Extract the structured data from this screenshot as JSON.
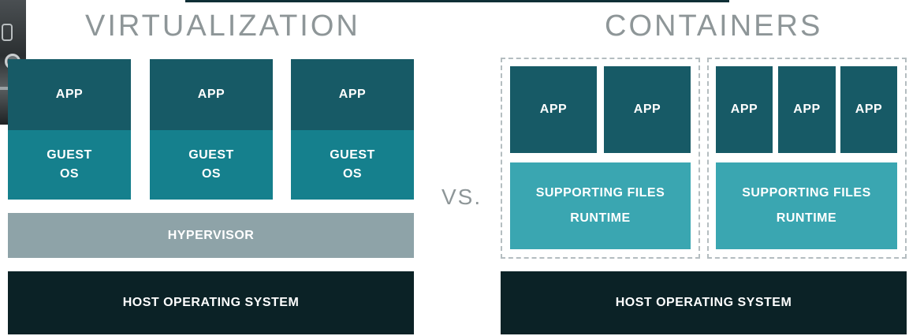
{
  "titles": {
    "virtualization": "VIRTUALIZATION",
    "containers": "CONTAINERS",
    "vs": "VS."
  },
  "virtualization": {
    "vms": [
      {
        "app": "APP",
        "guest_os_line1": "GUEST",
        "guest_os_line2": "OS"
      },
      {
        "app": "APP",
        "guest_os_line1": "GUEST",
        "guest_os_line2": "OS"
      },
      {
        "app": "APP",
        "guest_os_line1": "GUEST",
        "guest_os_line2": "OS"
      }
    ],
    "hypervisor": "HYPERVISOR",
    "host_os": "HOST OPERATING SYSTEM"
  },
  "containers": {
    "groups": [
      {
        "apps": [
          "APP",
          "APP"
        ],
        "support_line1": "SUPPORTING FILES",
        "support_line2": "RUNTIME"
      },
      {
        "apps": [
          "APP",
          "APP",
          "APP"
        ],
        "support_line1": "SUPPORTING FILES",
        "support_line2": "RUNTIME"
      }
    ],
    "host_os": "HOST OPERATING SYSTEM"
  },
  "colors": {
    "app": "#175a66",
    "guest_os": "#15808d",
    "supporting_files": "#3aa6b1",
    "hypervisor": "#8ea3a8",
    "host_os": "#0b2226",
    "title_text": "#8e9698"
  },
  "icons": {
    "corner_photo": "camera-photo-icon"
  }
}
